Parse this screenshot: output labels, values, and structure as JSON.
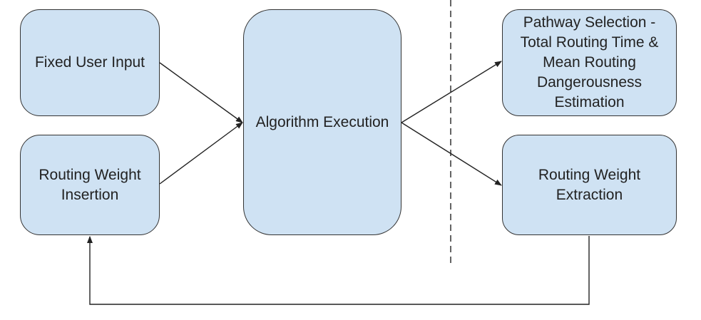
{
  "nodes": {
    "fixed_user_input": "Fixed User Input",
    "routing_weight_insertion": "Routing Weight\nInsertion",
    "algorithm_execution": "Algorithm Execution",
    "pathway_selection": "Pathway Selection -\nTotal Routing Time &\nMean Routing\nDangerousness\nEstimation",
    "routing_weight_extraction": "Routing Weight\nExtraction"
  },
  "colors": {
    "node_fill": "#cfe2f3",
    "node_border": "#333333",
    "edge": "#222222"
  }
}
